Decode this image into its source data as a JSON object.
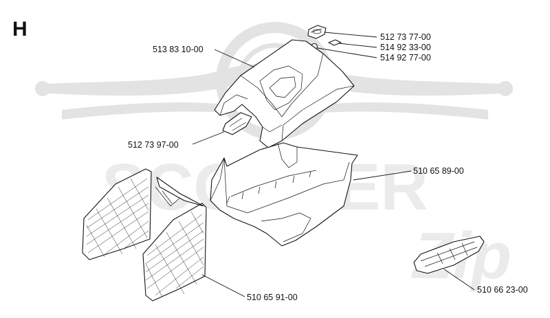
{
  "section_letter": "H",
  "parts": [
    {
      "id": "handle-clip",
      "number": "512 73 77-00"
    },
    {
      "id": "small-clip",
      "number": "514 92 33-00"
    },
    {
      "id": "washer",
      "number": "514 92 77-00"
    },
    {
      "id": "bag-top-cover",
      "number": "513 83 10-00"
    },
    {
      "id": "top-cover-plate",
      "number": "512 73 97-00"
    },
    {
      "id": "bag-frame",
      "number": "510 65 89-00"
    },
    {
      "id": "mesh-side-panels",
      "number": "510 65 91-00"
    },
    {
      "id": "mulch-plug",
      "number": "510 66 23-00"
    }
  ],
  "watermark": {
    "text": "SCOOTER",
    "script_text": "Zip",
    "icon": "scooter-handlebar-logo"
  }
}
